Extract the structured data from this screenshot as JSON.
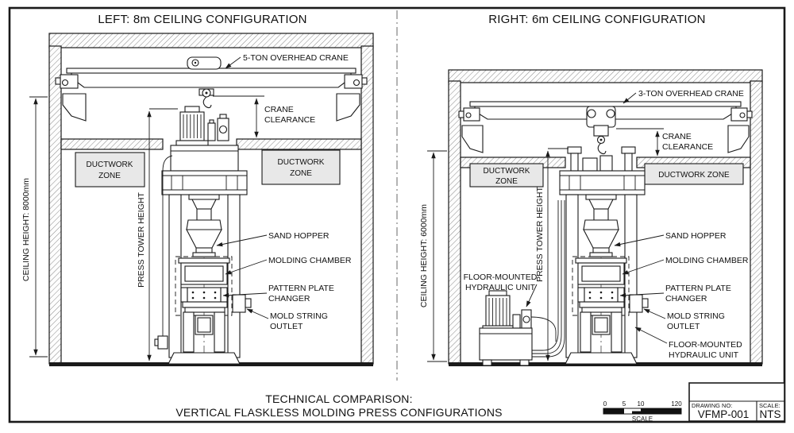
{
  "colors": {
    "line": "#1a1a1a",
    "zone_fill": "#e8e8e8",
    "paper": "#ffffff"
  },
  "left_panel": {
    "title": "LEFT: 8m CEILING CONFIGURATION",
    "crane_label": "5-TON OVERHEAD CRANE",
    "clearance_line1": "CRANE",
    "clearance_line2": "CLEARANCE",
    "ceiling_height": "CEILING HEIGHT: 8000mm",
    "press_tower_height": "PRESS TOWER HEIGHT",
    "duct_left_line1": "DUCTWORK",
    "duct_left_line2": "ZONE",
    "duct_right_line1": "DUCTWORK",
    "duct_right_line2": "ZONE",
    "sand_hopper": "SAND HOPPER",
    "molding_chamber": "MOLDING CHAMBER",
    "pattern_plate_line1": "PATTERN PLATE",
    "pattern_plate_line2": "CHANGER",
    "mold_string_line1": "MOLD STRING",
    "mold_string_line2": "OUTLET"
  },
  "right_panel": {
    "title": "RIGHT: 6m CEILING CONFIGURATION",
    "crane_label": "3-TON OVERHEAD CRANE",
    "clearance_line1": "CRANE",
    "clearance_line2": "CLEARANCE",
    "ceiling_height": "CEILING HEIGHT: 6000mm",
    "press_tower_height": "PRESS TOWER HEIGHT",
    "duct_left_line1": "DUCTWORK",
    "duct_left_line2": "ZONE",
    "duct_right": "DUCTWORK ZONE",
    "sand_hopper": "SAND HOPPER",
    "molding_chamber": "MOLDING CHAMBER",
    "pattern_plate_line1": "PATTERN PLATE",
    "pattern_plate_line2": "CHANGER",
    "mold_string_line1": "MOLD STRING",
    "mold_string_line2": "OUTLET",
    "hydraulic_upper_line1": "FLOOR-MOUNTED",
    "hydraulic_upper_line2": "HYDRAULIC UNIT",
    "hydraulic_lower_line1": "FLOOR-MOUNTED",
    "hydraulic_lower_line2": "HYDRAULIC UNIT"
  },
  "footer": {
    "title_line1": "TECHNICAL COMPARISON:",
    "title_line2": "VERTICAL FLASKLESS MOLDING PRESS CONFIGURATIONS"
  },
  "scale_bar": {
    "ticks": [
      "0",
      "5",
      "10",
      "120"
    ],
    "label": "SCALE"
  },
  "title_block": {
    "drawing_no_label": "DRAWING NO:",
    "drawing_no": "VFMP-001",
    "scale_label": "SCALE:",
    "scale_value": "NTS"
  }
}
